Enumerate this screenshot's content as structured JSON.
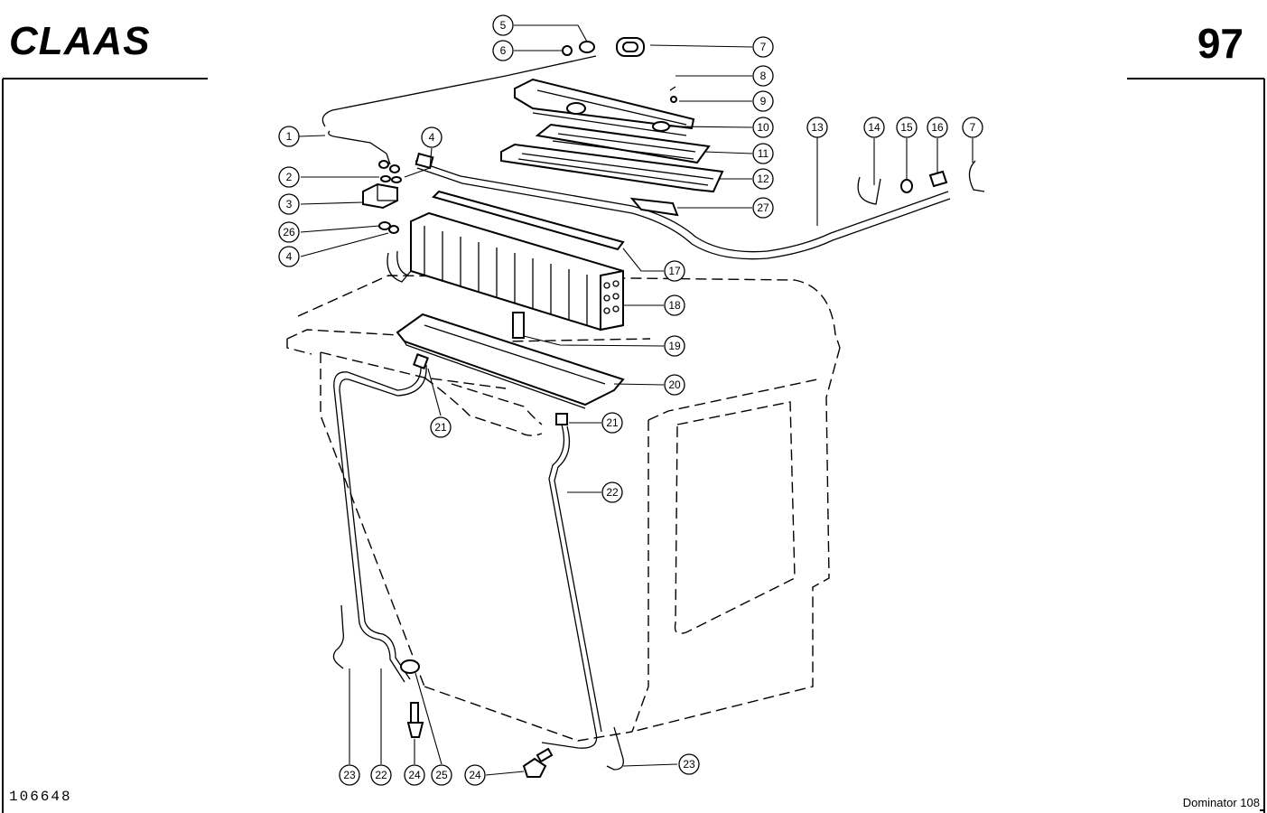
{
  "header": {
    "brand": "CLAAS",
    "page_number": "97"
  },
  "footer": {
    "drawing_number": "106648",
    "model": "Dominator 108"
  },
  "callouts": [
    "1",
    "2",
    "3",
    "4",
    "4",
    "5",
    "6",
    "7",
    "7",
    "8",
    "9",
    "10",
    "11",
    "12",
    "13",
    "14",
    "15",
    "16",
    "17",
    "18",
    "19",
    "20",
    "21",
    "21",
    "22",
    "22",
    "23",
    "23",
    "24",
    "24",
    "25",
    "26",
    "27"
  ]
}
